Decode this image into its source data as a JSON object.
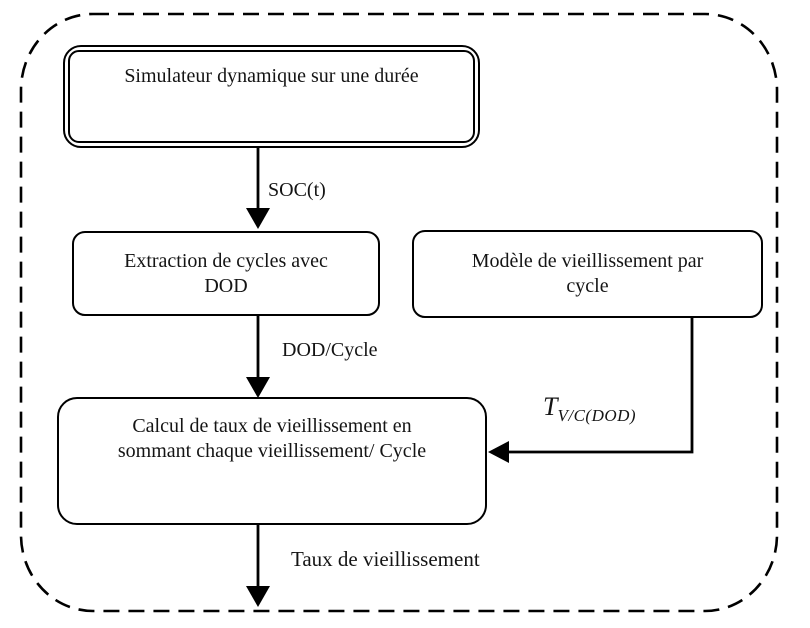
{
  "diagram": {
    "title": "Flowchart: battery ageing-rate computation from dynamic simulation",
    "colors": {
      "stroke": "#000000",
      "text": "#141414",
      "background": "#ffffff"
    },
    "nodes": {
      "simulator": {
        "lines": [
          "Simulateur dynamique sur une durée"
        ]
      },
      "extraction": {
        "lines": [
          "Extraction de cycles avec",
          "DOD"
        ]
      },
      "model": {
        "lines": [
          "Modèle de vieillissement par",
          "cycle"
        ]
      },
      "calcul": {
        "lines": [
          "Calcul de taux de vieillissement en",
          "sommant chaque vieillissement/ Cycle"
        ]
      }
    },
    "edge_labels": {
      "soc": "SOC(t)",
      "dod_cycle": "DOD/Cycle",
      "t_main": "T",
      "t_sub": "V/C(DOD)",
      "taux": "Taux de vieillissement"
    }
  }
}
